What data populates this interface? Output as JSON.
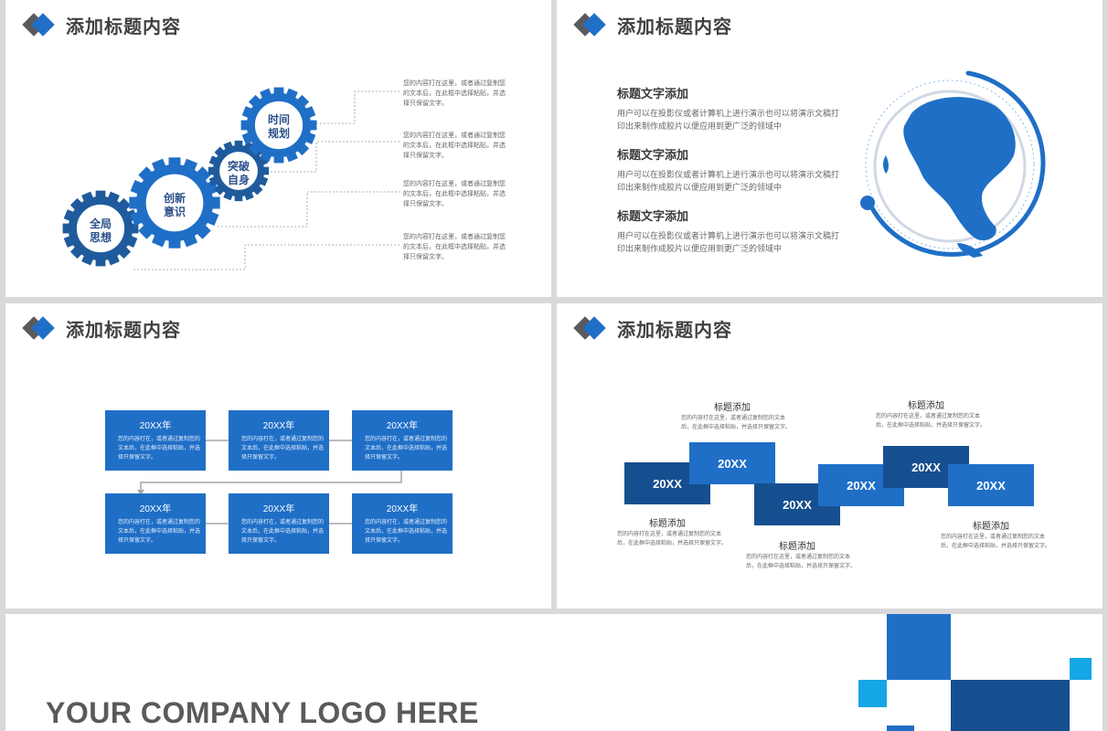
{
  "slide_title": "添加标题内容",
  "gears_slide": {
    "gears": [
      {
        "line1": "全局",
        "line2": "思想"
      },
      {
        "line1": "创新",
        "line2": "意识"
      },
      {
        "line1": "突破",
        "line2": "自身"
      },
      {
        "line1": "时间",
        "line2": "规划"
      }
    ],
    "descriptions": [
      "您的内容打在这里，或者通过复制您的文本后，在此框中选择粘贴，并选择只保留文字。",
      "您的内容打在这里，或者通过复制您的文本后，在此框中选择粘贴，并选择只保留文字。",
      "您的内容打在这里，或者通过复制您的文本后，在此框中选择粘贴，并选择只保留文字。",
      "您的内容打在这里，或者通过复制您的文本后，在此框中选择粘贴，并选择只保留文字。"
    ]
  },
  "globe_slide": {
    "blocks": [
      {
        "heading": "标题文字添加",
        "text": "用户可以在投影仪或者计算机上进行演示也可以将演示文稿打印出来制作成胶片以便应用到更广泛的领域中"
      },
      {
        "heading": "标题文字添加",
        "text": "用户可以在投影仪或者计算机上进行演示也可以将演示文稿打印出来制作成胶片以便应用到更广泛的领域中"
      },
      {
        "heading": "标题文字添加",
        "text": "用户可以在投影仪或者计算机上进行演示也可以将演示文稿打印出来制作成胶片以便应用到更广泛的领域中"
      }
    ]
  },
  "boxes_slide": {
    "boxes": [
      {
        "year": "20XX年",
        "text": "您的内容打在，或者通过复制您的文本后，在此框中选择粘贴，并选择只保留文字。"
      },
      {
        "year": "20XX年",
        "text": "您的内容打在，或者通过复制您的文本后，在此框中选择粘贴，并选择只保留文字。"
      },
      {
        "year": "20XX年",
        "text": "您的内容打在，或者通过复制您的文本后，在此框中选择粘贴，并选择只保留文字。"
      },
      {
        "year": "20XX年",
        "text": "您的内容打在，或者通过复制您的文本后，在此框中选择粘贴，并选择只保留文字。"
      },
      {
        "year": "20XX年",
        "text": "您的内容打在，或者通过复制您的文本后，在此框中选择粘贴，并选择只保留文字。"
      },
      {
        "year": "20XX年",
        "text": "您的内容打在，或者通过复制您的文本后，在此框中选择粘贴，并选择只保留文字。"
      }
    ]
  },
  "ribbon_slide": {
    "steps": [
      "20XX",
      "20XX",
      "20XX",
      "20XX",
      "20XX",
      "20XX"
    ],
    "labels": [
      {
        "title": "标题添加",
        "text": "您的内容打在这里，或者通过复制您的文本后，在此框中选择粘贴，并选择只保留文字。"
      },
      {
        "title": "标题添加",
        "text": "您的内容打在这里，或者通过复制您的文本后，在此框中选择粘贴，并选择只保留文字。"
      },
      {
        "title": "标题添加",
        "text": "您的内容打在这里，或者通过复制您的文本后，在此框中选择粘贴，并选择只保留文字。"
      },
      {
        "title": "标题添加",
        "text": "您的内容打在这里，或者通过复制您的文本后，在此框中选择粘贴，并选择只保留文字。"
      },
      {
        "title": "标题添加",
        "text": "您的内容打在这里，或者通过复制您的文本后，在此框中选择粘贴，并选择只保留文字。"
      }
    ]
  },
  "end_slide": {
    "logo_text": "YOUR COMPANY LOGO HERE"
  },
  "colors": {
    "primary_blue": "#1f6fc7",
    "dark_blue": "#164f8f",
    "light_blue": "#14a6e6",
    "gray_text": "#404040"
  }
}
